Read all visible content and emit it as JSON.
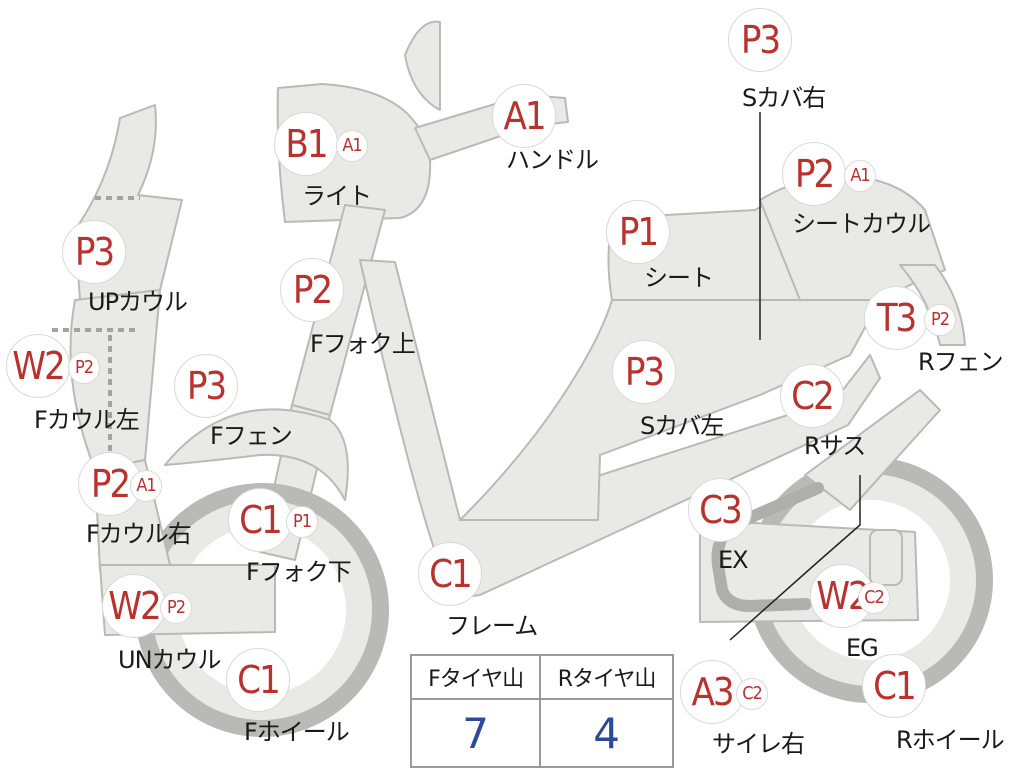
{
  "colors": {
    "part_fill": "#e9e9e6",
    "part_stroke": "#b9b9b5",
    "badge_text": "#b8322e",
    "label_text": "#1a1a1a",
    "table_value": "#2c4a9c",
    "exhaust_pipe": "#aeaeaa"
  },
  "parts": [
    {
      "id": "scover-right",
      "label": "Sカバ右",
      "badges": [
        "P3"
      ]
    },
    {
      "id": "handle",
      "label": "ハンドル",
      "badges": [
        "A1"
      ]
    },
    {
      "id": "light",
      "label": "ライト",
      "badges": [
        "B1",
        "A1"
      ]
    },
    {
      "id": "seat-cowl",
      "label": "シートカウル",
      "badges": [
        "P2",
        "A1"
      ]
    },
    {
      "id": "seat",
      "label": "シート",
      "badges": [
        "P1"
      ]
    },
    {
      "id": "up-cowl",
      "label": "UPカウル",
      "badges": [
        "P3"
      ]
    },
    {
      "id": "ffork-upper",
      "label": "Fフォク上",
      "badges": [
        "P2"
      ]
    },
    {
      "id": "rear-fender",
      "label": "Rフェン",
      "badges": [
        "T3",
        "P2"
      ]
    },
    {
      "id": "fcowl-left",
      "label": "Fカウル左",
      "badges": [
        "W2",
        "P2"
      ]
    },
    {
      "id": "front-fender",
      "label": "Fフェン",
      "badges": [
        "P3"
      ]
    },
    {
      "id": "scover-left",
      "label": "Sカバ左",
      "badges": [
        "P3"
      ]
    },
    {
      "id": "rear-suspension",
      "label": "Rサス",
      "badges": [
        "C2"
      ]
    },
    {
      "id": "fcowl-right",
      "label": "Fカウル右",
      "badges": [
        "P2",
        "A1"
      ]
    },
    {
      "id": "ffork-lower",
      "label": "Fフォク下",
      "badges": [
        "C1",
        "P1"
      ]
    },
    {
      "id": "exhaust",
      "label": "EX",
      "badges": [
        "C3"
      ]
    },
    {
      "id": "frame",
      "label": "フレーム",
      "badges": [
        "C1"
      ]
    },
    {
      "id": "engine",
      "label": "EG",
      "badges": [
        "W2",
        "C2"
      ]
    },
    {
      "id": "under-cowl",
      "label": "UNカウル",
      "badges": [
        "W2",
        "P2"
      ]
    },
    {
      "id": "front-wheel",
      "label": "Fホイール",
      "badges": [
        "C1"
      ]
    },
    {
      "id": "muffler-right",
      "label": "サイレ右",
      "badges": [
        "A3",
        "C2"
      ]
    },
    {
      "id": "rear-wheel",
      "label": "Rホイール",
      "badges": [
        "C1"
      ]
    }
  ],
  "tire_table": {
    "headers": [
      "Fタイヤ山",
      "Rタイヤ山"
    ],
    "values": [
      "7",
      "4"
    ]
  }
}
